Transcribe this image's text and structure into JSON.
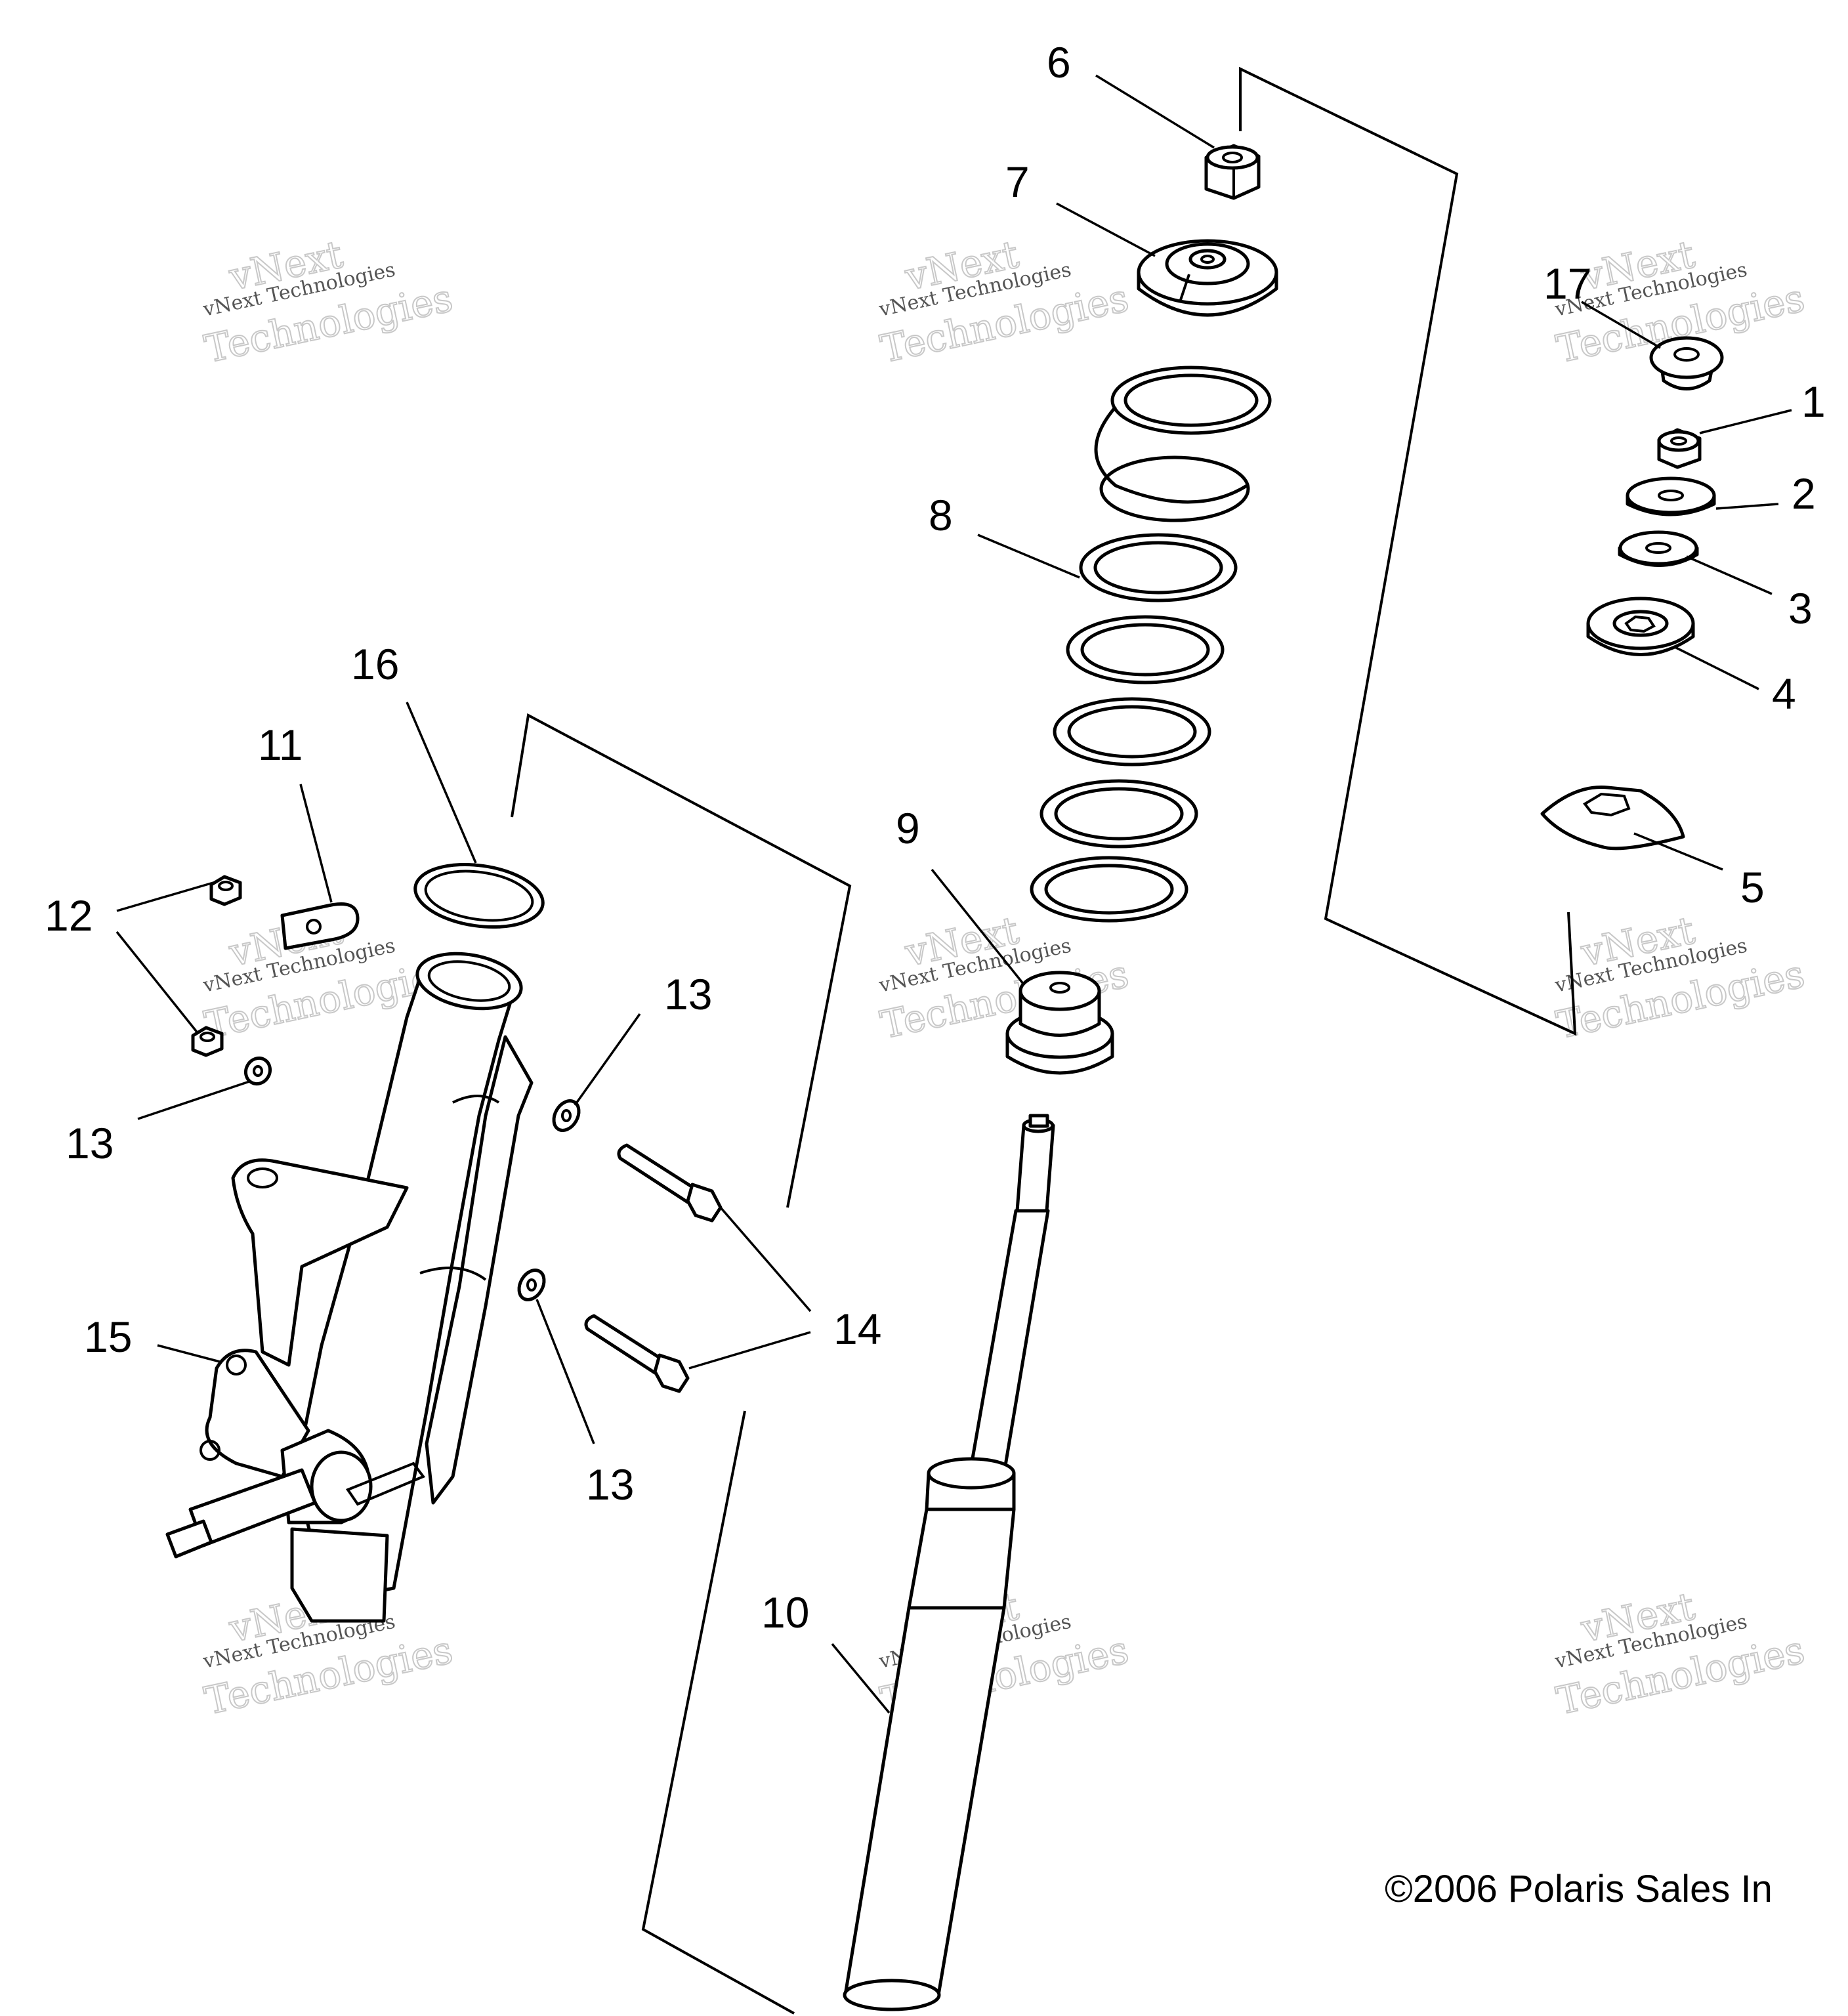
{
  "callouts": {
    "c1": "1",
    "c2": "2",
    "c3": "3",
    "c4": "4",
    "c5": "5",
    "c6": "6",
    "c7": "7",
    "c8": "8",
    "c9": "9",
    "c10": "10",
    "c11": "11",
    "c12": "12",
    "c13": "13",
    "c14": "14",
    "c15": "15",
    "c16": "16",
    "c17": "17"
  },
  "watermark": {
    "line1": "vNext Technologies",
    "big1": "vNext",
    "big2": "Technologies"
  },
  "copyright": "©2006 Polaris Sales In"
}
